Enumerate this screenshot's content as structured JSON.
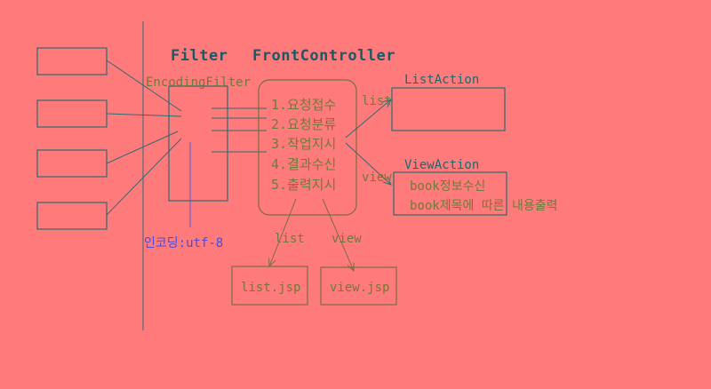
{
  "headers": {
    "filter": "Filter",
    "front_controller": "FrontController"
  },
  "filter_name": "EncodingFilter",
  "encoding_note": "인코딩:utf-8",
  "steps": [
    "1.요청접수",
    "2.요청분류",
    "3.작업지시",
    "4.결과수신",
    "5.출력지시"
  ],
  "edge_labels": {
    "to_list_action": "list",
    "to_view_action": "view",
    "to_list_jsp": "list",
    "to_view_jsp": "view"
  },
  "list_action": {
    "title": "ListAction"
  },
  "view_action": {
    "title": "ViewAction",
    "lines": [
      "book정보수신",
      "book제목에 따른 내용출력"
    ]
  },
  "jsp_pages": {
    "list": "list.jsp",
    "view": "view.jsp"
  },
  "colors": {
    "background": "#FF7B7B",
    "teal": "#2d6b70",
    "olive": "#7a6d3c",
    "blue": "#4a4ad8"
  }
}
